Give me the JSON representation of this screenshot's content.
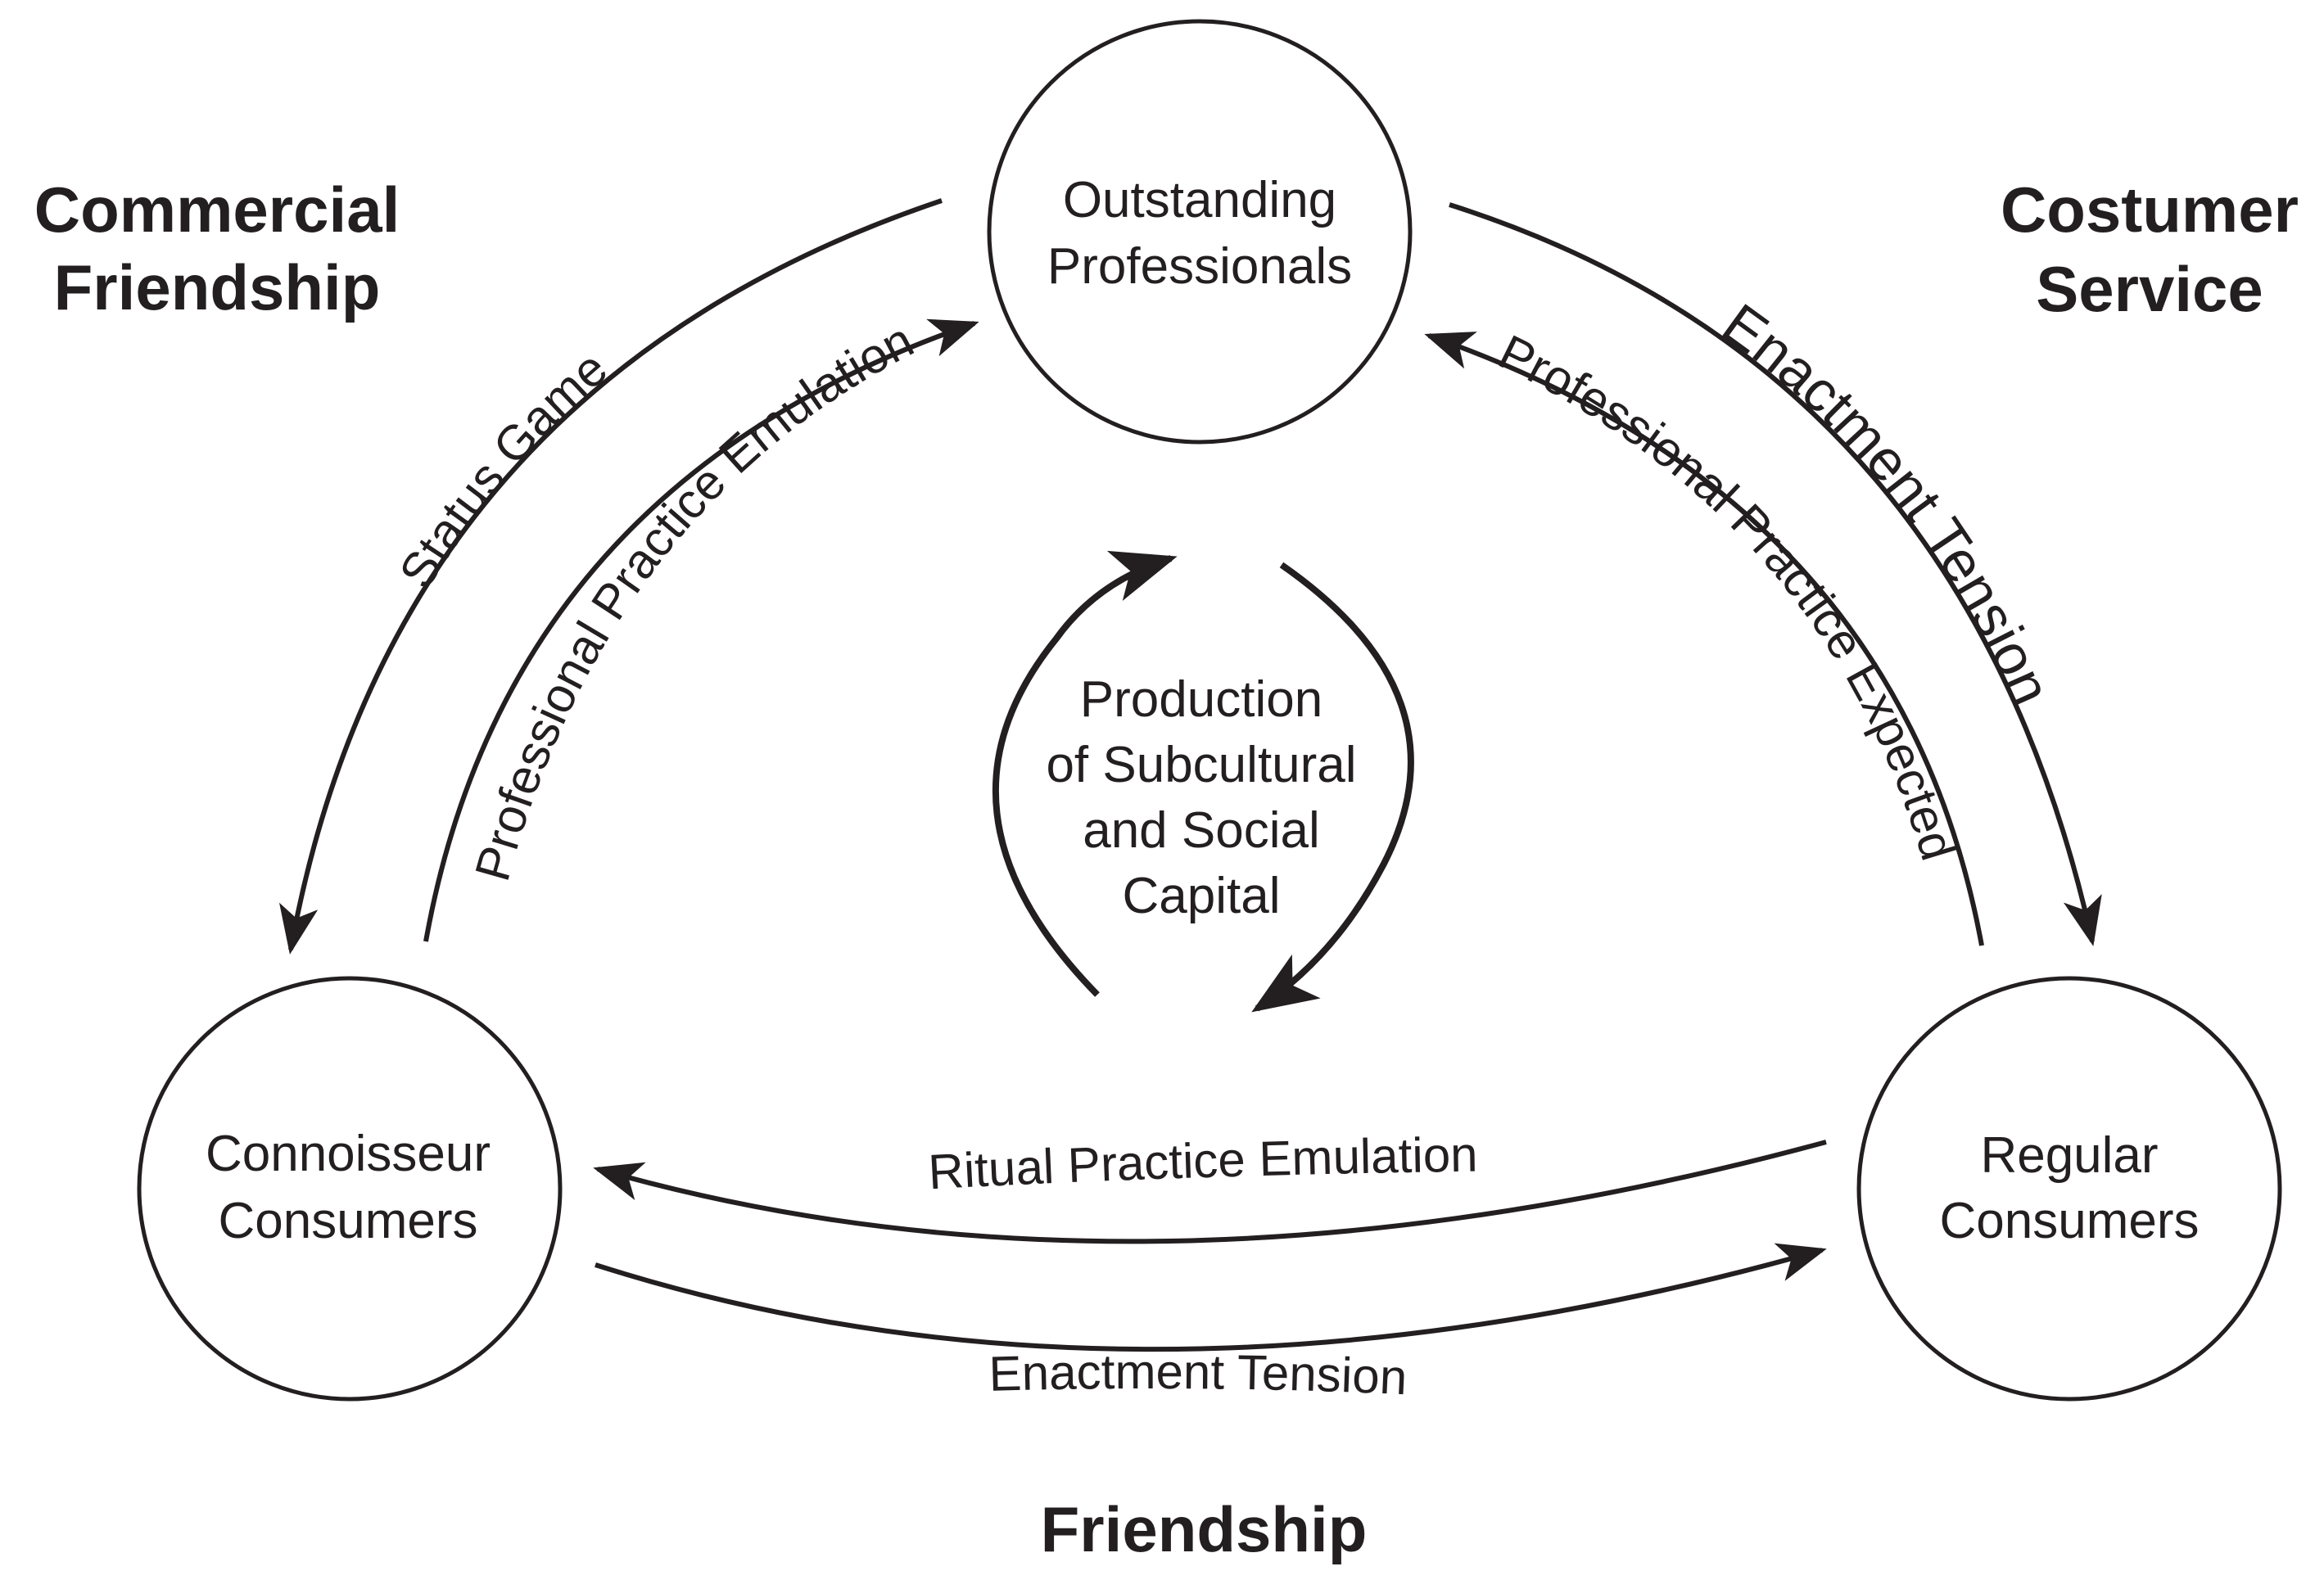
{
  "colors": {
    "ink": "#231f20",
    "background": "#ffffff"
  },
  "nodes": {
    "outstanding": {
      "line1": "Outstanding",
      "line2": "Professionals"
    },
    "connoisseur": {
      "line1": "Connoisseur",
      "line2": "Consumers"
    },
    "regular": {
      "line1": "Regular",
      "line2": "Consumers"
    }
  },
  "center": {
    "line1": "Production",
    "line2": "of Subcultural",
    "line3": "and Social",
    "line4": "Capital"
  },
  "edges": {
    "status_game": "Status Game",
    "practice_emulation": "Professional Practice Emulation",
    "enactment_tension_top": "Enactment Tension",
    "practice_expected": "Professional Practice Expected",
    "ritual_emulation": "Ritual Practice Emulation",
    "enactment_tension_bottom": "Enactment Tension"
  },
  "relationships": {
    "commercial_line1": "Commercial",
    "commercial_line2": "Friendship",
    "customer_line1": "Costumer",
    "customer_line2": "Service",
    "friendship": "Friendship"
  }
}
